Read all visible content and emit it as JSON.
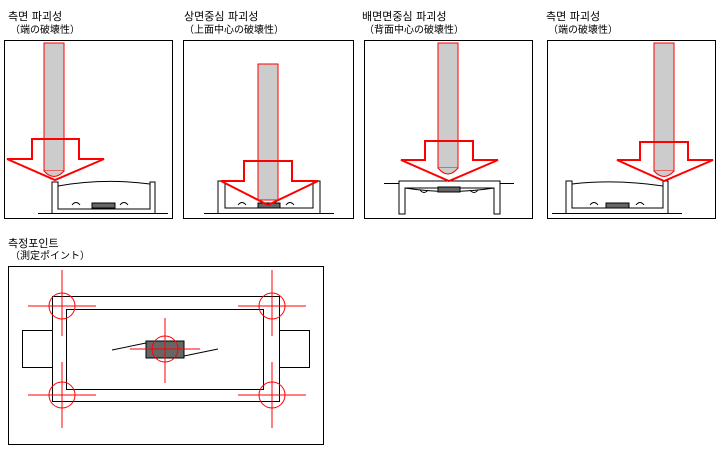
{
  "panels": [
    {
      "title": "측면 파괴성",
      "subtitle": "（端の破壊性）"
    },
    {
      "title": "상면중심 파괴성",
      "subtitle": "（上面中心の破壊性）"
    },
    {
      "title": "배면면중심 파괴성",
      "subtitle": "（背面中心の破壊性）"
    },
    {
      "title": "측면 파괴성",
      "subtitle": "（端の破壊性）"
    }
  ],
  "measure": {
    "title": "측정포인트",
    "subtitle": "（測定ポイント）"
  },
  "colors": {
    "arrow_stroke": "#ff0000",
    "arrow_fill": "#cccccc",
    "chip": "#666666",
    "line": "#000000"
  }
}
